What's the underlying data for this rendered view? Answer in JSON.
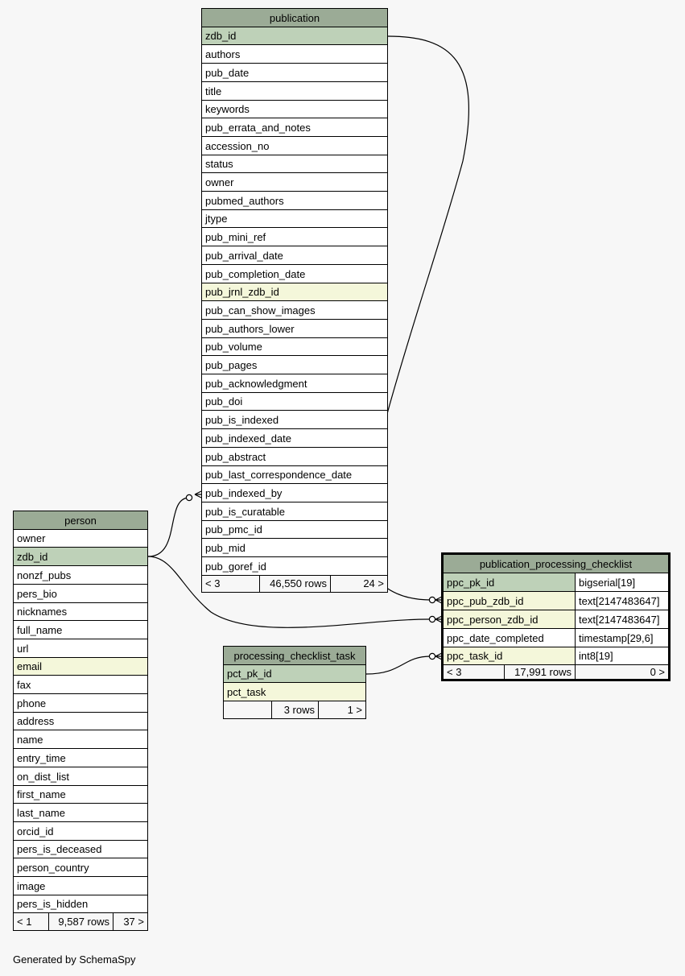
{
  "colors": {
    "header": "#9bab96",
    "pk": "#bed1b8",
    "fk": "#f4f7da",
    "plain": "#ffffff",
    "footer_row": "#f7f7f7",
    "line": "#000000"
  },
  "tables": {
    "publication": {
      "name": "publication",
      "columns": [
        {
          "name": "zdb_id",
          "kind": "pk"
        },
        {
          "name": "authors",
          "kind": "plain"
        },
        {
          "name": "pub_date",
          "kind": "plain"
        },
        {
          "name": "title",
          "kind": "plain"
        },
        {
          "name": "keywords",
          "kind": "plain"
        },
        {
          "name": "pub_errata_and_notes",
          "kind": "plain"
        },
        {
          "name": "accession_no",
          "kind": "plain"
        },
        {
          "name": "status",
          "kind": "plain"
        },
        {
          "name": "owner",
          "kind": "plain"
        },
        {
          "name": "pubmed_authors",
          "kind": "plain"
        },
        {
          "name": "jtype",
          "kind": "plain"
        },
        {
          "name": "pub_mini_ref",
          "kind": "plain"
        },
        {
          "name": "pub_arrival_date",
          "kind": "plain"
        },
        {
          "name": "pub_completion_date",
          "kind": "plain"
        },
        {
          "name": "pub_jrnl_zdb_id",
          "kind": "fk"
        },
        {
          "name": "pub_can_show_images",
          "kind": "plain"
        },
        {
          "name": "pub_authors_lower",
          "kind": "plain"
        },
        {
          "name": "pub_volume",
          "kind": "plain"
        },
        {
          "name": "pub_pages",
          "kind": "plain"
        },
        {
          "name": "pub_acknowledgment",
          "kind": "plain"
        },
        {
          "name": "pub_doi",
          "kind": "plain"
        },
        {
          "name": "pub_is_indexed",
          "kind": "plain"
        },
        {
          "name": "pub_indexed_date",
          "kind": "plain"
        },
        {
          "name": "pub_abstract",
          "kind": "plain"
        },
        {
          "name": "pub_last_correspondence_date",
          "kind": "plain"
        },
        {
          "name": "pub_indexed_by",
          "kind": "plain"
        },
        {
          "name": "pub_is_curatable",
          "kind": "plain"
        },
        {
          "name": "pub_pmc_id",
          "kind": "plain"
        },
        {
          "name": "pub_mid",
          "kind": "plain"
        },
        {
          "name": "pub_goref_id",
          "kind": "plain"
        }
      ],
      "footer": {
        "parents": "< 3",
        "rows": "46,550 rows",
        "children": "24 >"
      }
    },
    "person": {
      "name": "person",
      "columns": [
        {
          "name": "owner",
          "kind": "plain"
        },
        {
          "name": "zdb_id",
          "kind": "pk"
        },
        {
          "name": "nonzf_pubs",
          "kind": "plain"
        },
        {
          "name": "pers_bio",
          "kind": "plain"
        },
        {
          "name": "nicknames",
          "kind": "plain"
        },
        {
          "name": "full_name",
          "kind": "plain"
        },
        {
          "name": "url",
          "kind": "plain"
        },
        {
          "name": "email",
          "kind": "fk"
        },
        {
          "name": "fax",
          "kind": "plain"
        },
        {
          "name": "phone",
          "kind": "plain"
        },
        {
          "name": "address",
          "kind": "plain"
        },
        {
          "name": "name",
          "kind": "plain"
        },
        {
          "name": "entry_time",
          "kind": "plain"
        },
        {
          "name": "on_dist_list",
          "kind": "plain"
        },
        {
          "name": "first_name",
          "kind": "plain"
        },
        {
          "name": "last_name",
          "kind": "plain"
        },
        {
          "name": "orcid_id",
          "kind": "plain"
        },
        {
          "name": "pers_is_deceased",
          "kind": "plain"
        },
        {
          "name": "person_country",
          "kind": "plain"
        },
        {
          "name": "image",
          "kind": "plain"
        },
        {
          "name": "pers_is_hidden",
          "kind": "plain"
        }
      ],
      "footer": {
        "parents": "< 1",
        "rows": "9,587 rows",
        "children": "37 >"
      }
    },
    "processing_checklist_task": {
      "name": "processing_checklist_task",
      "columns": [
        {
          "name": "pct_pk_id",
          "kind": "pk"
        },
        {
          "name": "pct_task",
          "kind": "fk"
        }
      ],
      "footer": {
        "parents": "",
        "rows": "3 rows",
        "children": "1 >"
      }
    },
    "publication_processing_checklist": {
      "name": "publication_processing_checklist",
      "columns": [
        {
          "name": "ppc_pk_id",
          "type": "bigserial[19]",
          "kind": "pk"
        },
        {
          "name": "ppc_pub_zdb_id",
          "type": "text[2147483647]",
          "kind": "fk"
        },
        {
          "name": "ppc_person_zdb_id",
          "type": "text[2147483647]",
          "kind": "fk"
        },
        {
          "name": "ppc_date_completed",
          "type": "timestamp[29,6]",
          "kind": "plain"
        },
        {
          "name": "ppc_task_id",
          "type": "int8[19]",
          "kind": "fk"
        }
      ],
      "footer": {
        "parents": "< 3",
        "rows": "17,991 rows",
        "children": "0 >"
      }
    }
  },
  "footer_text": "Generated by SchemaSpy"
}
